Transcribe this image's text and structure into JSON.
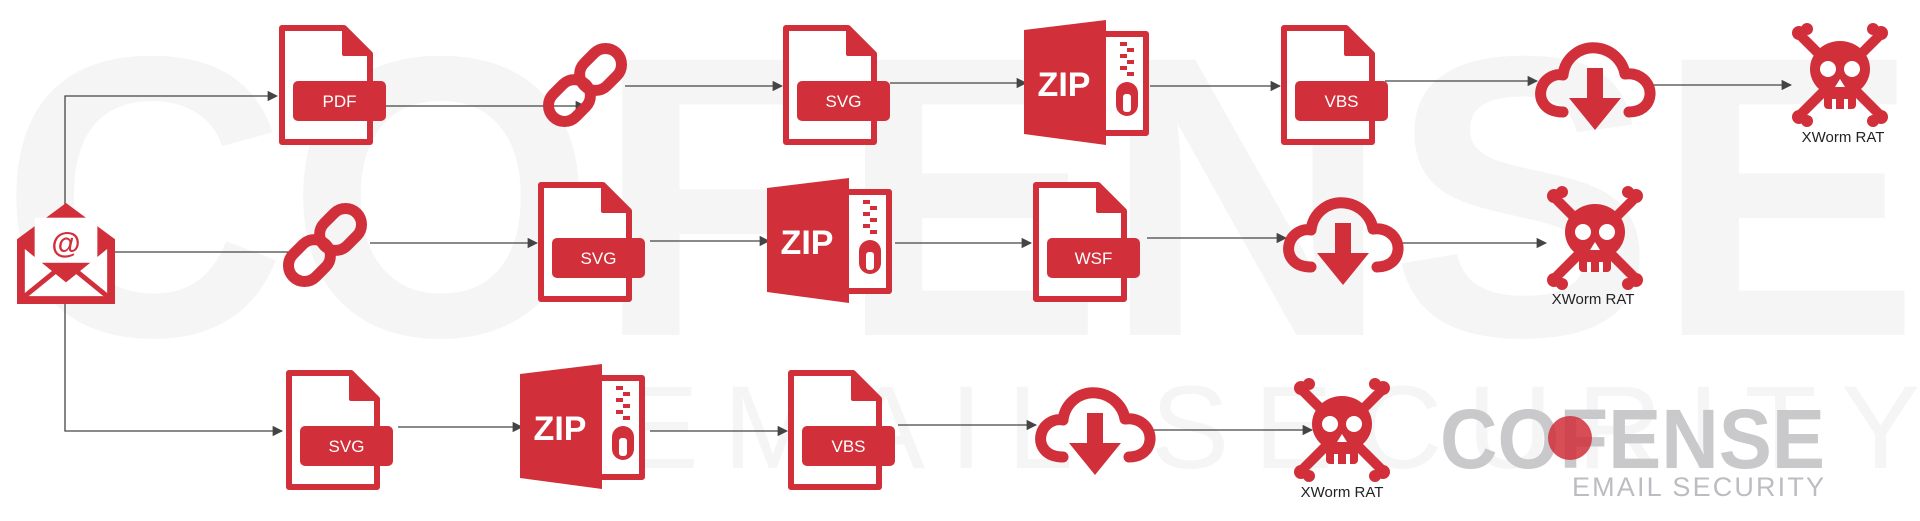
{
  "colors": {
    "accent": "#d12f3a",
    "line": "#444444",
    "watermark": "#f5f5f5",
    "logo_gray": "#c9c9cc",
    "logo_sub": "#bdbdc1",
    "background": "#ffffff"
  },
  "watermark": {
    "big_text": "COFENSE",
    "sub_text": "EMAIL SECURITY"
  },
  "logo": {
    "name": "COFENSE",
    "tagline": "EMAIL SECURITY"
  },
  "nodes": {
    "email": {
      "icon": "envelope-at-icon",
      "symbol": "@"
    },
    "r1_doc1": {
      "icon": "document-icon",
      "label": "PDF"
    },
    "r1_link": {
      "icon": "link-icon"
    },
    "r1_doc2": {
      "icon": "document-icon",
      "label": "SVG"
    },
    "r1_zip": {
      "icon": "zip-archive-icon",
      "label": "ZIP"
    },
    "r1_doc3": {
      "icon": "document-icon",
      "label": "VBS"
    },
    "r1_cloud": {
      "icon": "cloud-download-icon"
    },
    "r1_skull": {
      "icon": "skull-crossbones-icon",
      "label": "XWorm RAT"
    },
    "r2_link": {
      "icon": "link-icon"
    },
    "r2_doc1": {
      "icon": "document-icon",
      "label": "SVG"
    },
    "r2_zip": {
      "icon": "zip-archive-icon",
      "label": "ZIP"
    },
    "r2_doc2": {
      "icon": "document-icon",
      "label": "WSF"
    },
    "r2_cloud": {
      "icon": "cloud-download-icon"
    },
    "r2_skull": {
      "icon": "skull-crossbones-icon",
      "label": "XWorm RAT"
    },
    "r3_doc1": {
      "icon": "document-icon",
      "label": "SVG"
    },
    "r3_zip": {
      "icon": "zip-archive-icon",
      "label": "ZIP"
    },
    "r3_doc2": {
      "icon": "document-icon",
      "label": "VBS"
    },
    "r3_cloud": {
      "icon": "cloud-download-icon"
    },
    "r3_skull": {
      "icon": "skull-crossbones-icon",
      "label": "XWorm RAT"
    }
  }
}
